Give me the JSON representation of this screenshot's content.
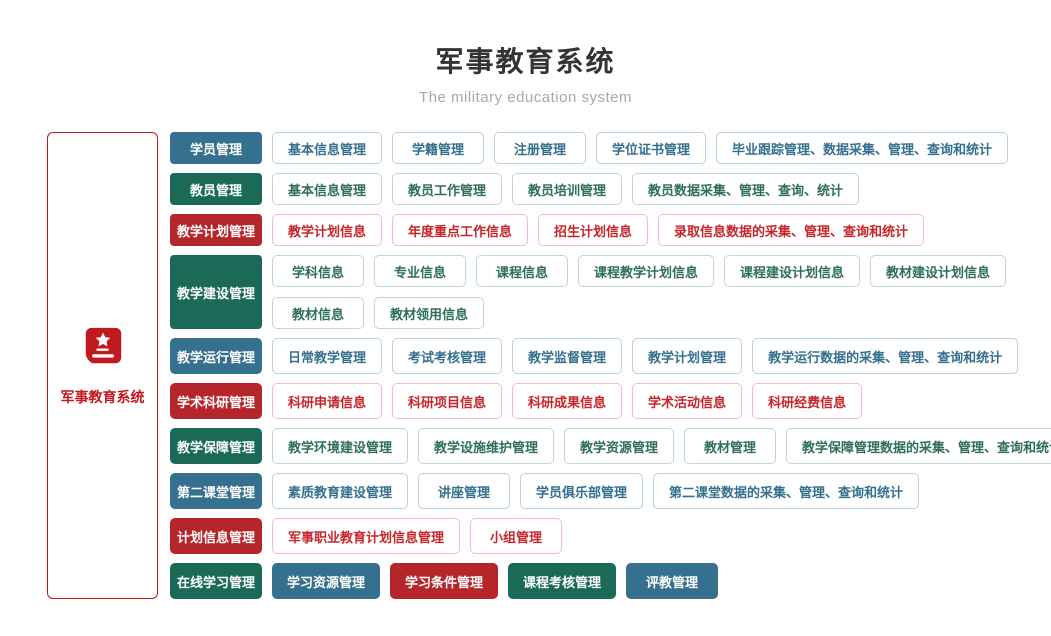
{
  "page": {
    "title": "军事教育系统",
    "subtitle": "The military education system"
  },
  "sidebar": {
    "label": "军事教育系统",
    "icon": "book-star-icon"
  },
  "colors": {
    "blue": "#35708E",
    "green": "#1A6A57",
    "red": "#B5262B",
    "outline_blue_border": "#B9D3E0",
    "outline_green_border": "#BFD9CD",
    "outline_red_border": "#F2C0C1",
    "accent_red": "#C11920"
  },
  "rows": [
    {
      "parent": {
        "label": "学员管理",
        "color": "blue"
      },
      "groups": [
        [
          {
            "label": "基本信息管理",
            "color": "blue",
            "variant": "outline"
          },
          {
            "label": "学籍管理",
            "color": "blue",
            "variant": "outline"
          },
          {
            "label": "注册管理",
            "color": "blue",
            "variant": "outline"
          },
          {
            "label": "学位证书管理",
            "color": "blue",
            "variant": "outline"
          },
          {
            "label": "毕业跟踪管理、数据采集、管理、查询和统计",
            "color": "blue",
            "variant": "outline"
          }
        ]
      ]
    },
    {
      "parent": {
        "label": "教员管理",
        "color": "green"
      },
      "groups": [
        [
          {
            "label": "基本信息管理",
            "color": "green",
            "variant": "outline"
          },
          {
            "label": "教员工作管理",
            "color": "green",
            "variant": "outline"
          },
          {
            "label": "教员培训管理",
            "color": "green",
            "variant": "outline"
          },
          {
            "label": "教员数据采集、管理、查询、统计",
            "color": "green",
            "variant": "outline"
          }
        ]
      ]
    },
    {
      "parent": {
        "label": "教学计划管理",
        "color": "red"
      },
      "groups": [
        [
          {
            "label": "教学计划信息",
            "color": "red",
            "variant": "outline"
          },
          {
            "label": "年度重点工作信息",
            "color": "red",
            "variant": "outline"
          },
          {
            "label": "招生计划信息",
            "color": "red",
            "variant": "outline"
          },
          {
            "label": "录取信息数据的采集、管理、查询和统计",
            "color": "red",
            "variant": "outline"
          }
        ]
      ]
    },
    {
      "parent": {
        "label": "教学建设管理",
        "color": "green"
      },
      "groups": [
        [
          {
            "label": "学科信息",
            "color": "green",
            "variant": "outline"
          },
          {
            "label": "专业信息",
            "color": "green",
            "variant": "outline"
          },
          {
            "label": "课程信息",
            "color": "green",
            "variant": "outline"
          },
          {
            "label": "课程教学计划信息",
            "color": "green",
            "variant": "outline"
          },
          {
            "label": "课程建设计划信息",
            "color": "green",
            "variant": "outline"
          },
          {
            "label": "教材建设计划信息",
            "color": "green",
            "variant": "outline"
          }
        ],
        [
          {
            "label": "教材信息",
            "color": "green",
            "variant": "outline"
          },
          {
            "label": "教材领用信息",
            "color": "green",
            "variant": "outline"
          }
        ]
      ]
    },
    {
      "parent": {
        "label": "教学运行管理",
        "color": "blue"
      },
      "groups": [
        [
          {
            "label": "日常教学管理",
            "color": "blue",
            "variant": "outline"
          },
          {
            "label": "考试考核管理",
            "color": "blue",
            "variant": "outline"
          },
          {
            "label": "教学监督管理",
            "color": "blue",
            "variant": "outline"
          },
          {
            "label": "教学计划管理",
            "color": "blue",
            "variant": "outline"
          },
          {
            "label": "教学运行数据的采集、管理、查询和统计",
            "color": "blue",
            "variant": "outline"
          }
        ]
      ]
    },
    {
      "parent": {
        "label": "学术科研管理",
        "color": "red"
      },
      "groups": [
        [
          {
            "label": "科研申请信息",
            "color": "red",
            "variant": "outline"
          },
          {
            "label": "科研项目信息",
            "color": "red",
            "variant": "outline"
          },
          {
            "label": "科研成果信息",
            "color": "red",
            "variant": "outline"
          },
          {
            "label": "学术活动信息",
            "color": "red",
            "variant": "outline"
          },
          {
            "label": "科研经费信息",
            "color": "red",
            "variant": "outline"
          }
        ]
      ]
    },
    {
      "parent": {
        "label": "教学保障管理",
        "color": "green"
      },
      "groups": [
        [
          {
            "label": "教学环境建设管理",
            "color": "green",
            "variant": "outline"
          },
          {
            "label": "教学设施维护管理",
            "color": "green",
            "variant": "outline"
          },
          {
            "label": "教学资源管理",
            "color": "green",
            "variant": "outline"
          },
          {
            "label": "教材管理",
            "color": "green",
            "variant": "outline"
          },
          {
            "label": "教学保障管理数据的采集、管理、查询和统计",
            "color": "green",
            "variant": "outline"
          }
        ]
      ]
    },
    {
      "parent": {
        "label": "第二课堂管理",
        "color": "blue"
      },
      "groups": [
        [
          {
            "label": "素质教育建设管理",
            "color": "blue",
            "variant": "outline"
          },
          {
            "label": "讲座管理",
            "color": "blue",
            "variant": "outline"
          },
          {
            "label": "学员俱乐部管理",
            "color": "blue",
            "variant": "outline"
          },
          {
            "label": "第二课堂数据的采集、管理、查询和统计",
            "color": "blue",
            "variant": "outline"
          }
        ]
      ]
    },
    {
      "parent": {
        "label": "计划信息管理",
        "color": "red"
      },
      "groups": [
        [
          {
            "label": "军事职业教育计划信息管理",
            "color": "red",
            "variant": "outline"
          },
          {
            "label": "小组管理",
            "color": "red",
            "variant": "outline"
          }
        ]
      ]
    },
    {
      "parent": {
        "label": "在线学习管理",
        "color": "green"
      },
      "groups": [
        [
          {
            "label": "学习资源管理",
            "color": "blue",
            "variant": "filled"
          },
          {
            "label": "学习条件管理",
            "color": "red",
            "variant": "filled"
          },
          {
            "label": "课程考核管理",
            "color": "green",
            "variant": "filled"
          },
          {
            "label": "评教管理",
            "color": "blue",
            "variant": "filled"
          }
        ]
      ]
    }
  ]
}
